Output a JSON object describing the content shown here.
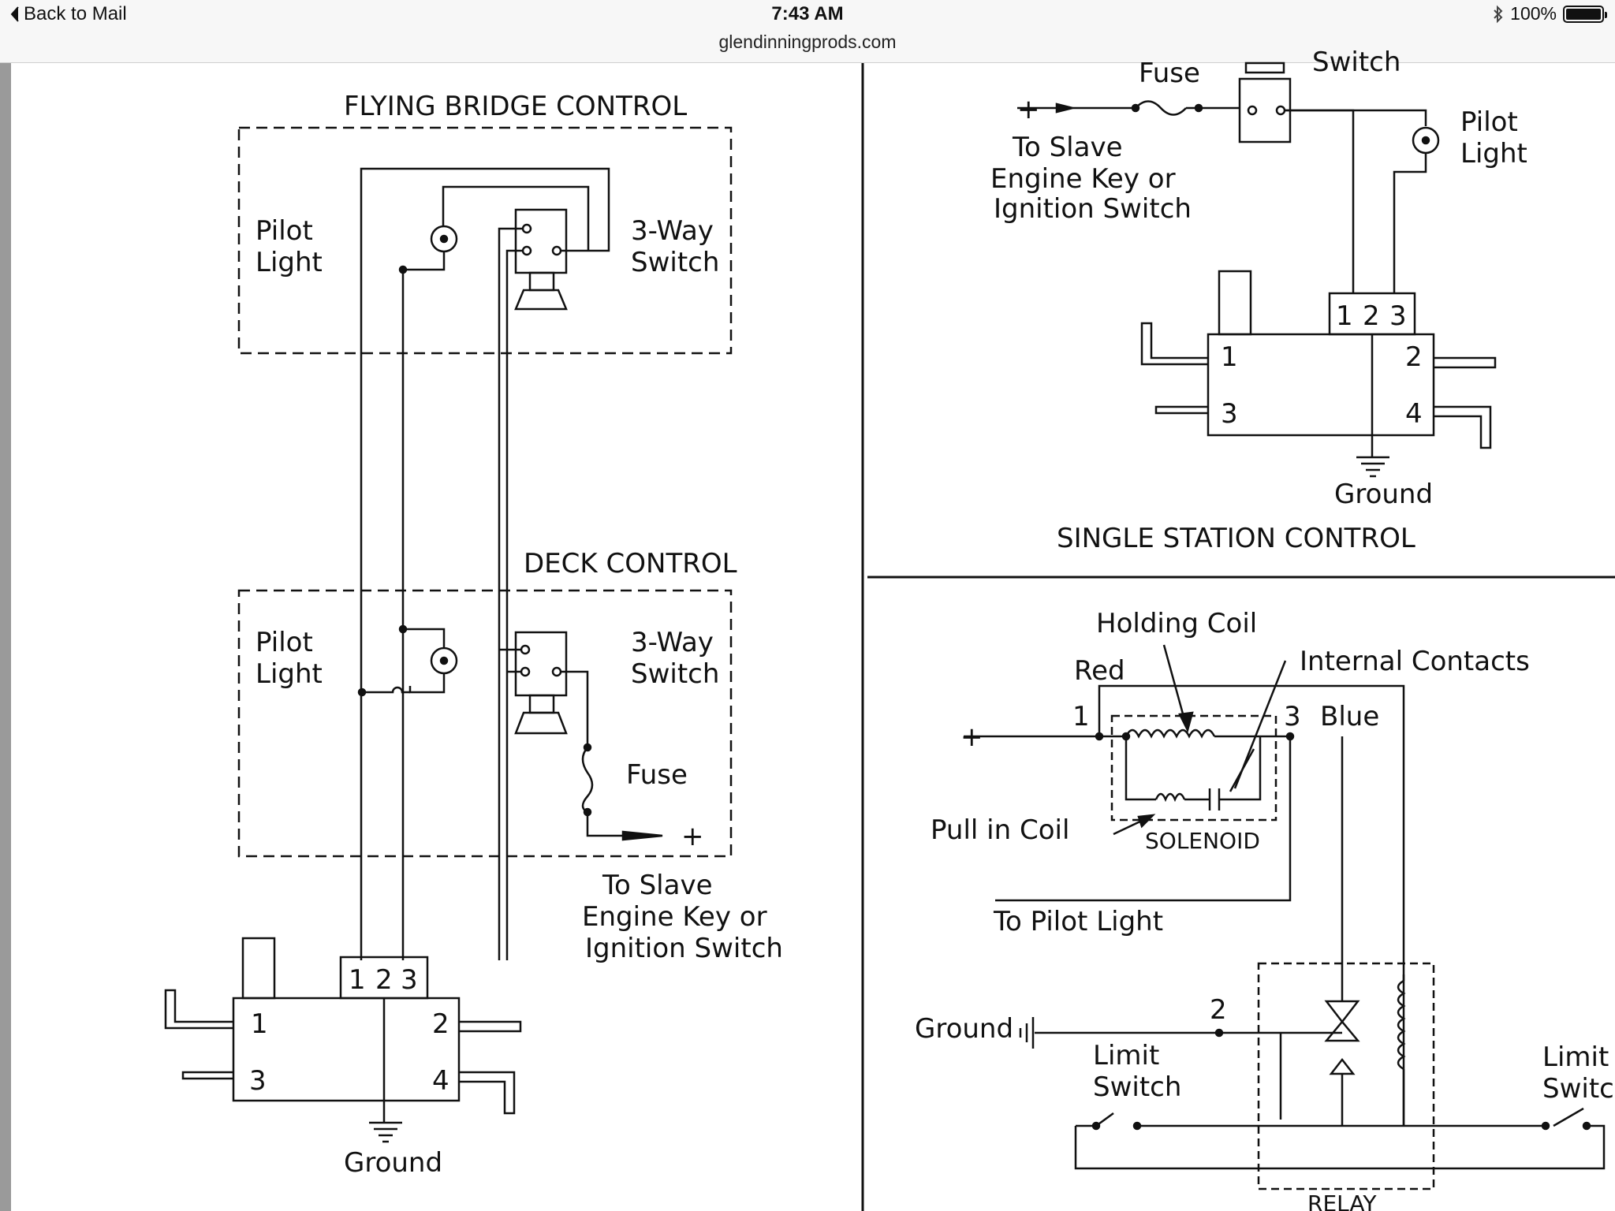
{
  "status_bar": {
    "back_label": "Back to Mail",
    "time": "7:43 AM",
    "url": "glendinningprods.com",
    "battery_percent": "100%",
    "battery_level": 1.0,
    "icons": [
      "back-chevron-icon",
      "bluetooth-icon",
      "battery-icon"
    ]
  },
  "flying_bridge": {
    "title": "FLYING BRIDGE CONTROL",
    "pilot_light": [
      "Pilot",
      "Light"
    ],
    "switch": [
      "3-Way",
      "Switch"
    ]
  },
  "deck": {
    "title": "DECK CONTROL",
    "pilot_light": [
      "Pilot",
      "Light"
    ],
    "switch": [
      "3-Way",
      "Switch"
    ],
    "fuse": "Fuse",
    "plus": "+",
    "to_slave": [
      "To Slave",
      "Engine Key or",
      "Ignition Switch"
    ]
  },
  "dual_unit": {
    "terminal_strip": [
      "1",
      "2",
      "3"
    ],
    "terminals": [
      "1",
      "2",
      "3",
      "4"
    ],
    "ground": "Ground"
  },
  "single_station": {
    "fuse": "Fuse",
    "switch_cut": "Switch",
    "plus": "+",
    "to_slave": [
      "To Slave",
      "Engine Key or",
      "Ignition Switch"
    ],
    "pilot_light": [
      "Pilot",
      "Light"
    ],
    "terminal_strip": [
      "1",
      "2",
      "3"
    ],
    "terminals": [
      "1",
      "2",
      "3",
      "4"
    ],
    "ground": "Ground",
    "title": "SINGLE STATION CONTROL"
  },
  "solenoid": {
    "holding_coil": "Holding Coil",
    "internal_contacts": "Internal Contacts",
    "red": "Red",
    "one": "1",
    "three": "3",
    "blue": "Blue",
    "plus": "+",
    "pull_in_coil": "Pull in Coil",
    "solenoid_label": "SOLENOID",
    "to_pilot_light": "To Pilot Light",
    "ground": "Ground",
    "two": "2",
    "limit_switch_left": [
      "Limit",
      "Switch"
    ],
    "limit_switch_right": [
      "Limit",
      "Switch"
    ],
    "relay": "RELAY"
  }
}
